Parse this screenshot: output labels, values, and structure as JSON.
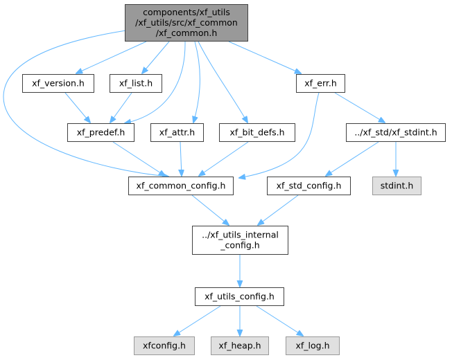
{
  "diagram": {
    "nodes": [
      {
        "id": "xf_common",
        "lines": [
          "components/xf_utils",
          "/xf_utils/src/xf_common",
          "/xf_common.h"
        ],
        "kind": "root"
      },
      {
        "id": "xf_version",
        "lines": [
          "xf_version.h"
        ],
        "kind": "normal"
      },
      {
        "id": "xf_list",
        "lines": [
          "xf_list.h"
        ],
        "kind": "normal"
      },
      {
        "id": "xf_err",
        "lines": [
          "xf_err.h"
        ],
        "kind": "normal"
      },
      {
        "id": "xf_predef",
        "lines": [
          "xf_predef.h"
        ],
        "kind": "normal"
      },
      {
        "id": "xf_attr",
        "lines": [
          "xf_attr.h"
        ],
        "kind": "normal"
      },
      {
        "id": "xf_bit_defs",
        "lines": [
          "xf_bit_defs.h"
        ],
        "kind": "normal"
      },
      {
        "id": "xf_stdint",
        "lines": [
          "../xf_std/xf_stdint.h"
        ],
        "kind": "normal"
      },
      {
        "id": "xf_common_config",
        "lines": [
          "xf_common_config.h"
        ],
        "kind": "normal"
      },
      {
        "id": "xf_std_config",
        "lines": [
          "xf_std_config.h"
        ],
        "kind": "normal"
      },
      {
        "id": "stdint",
        "lines": [
          "stdint.h"
        ],
        "kind": "external"
      },
      {
        "id": "xf_utils_internal_config",
        "lines": [
          "../xf_utils_internal",
          "_config.h"
        ],
        "kind": "normal"
      },
      {
        "id": "xf_utils_config",
        "lines": [
          "xf_utils_config.h"
        ],
        "kind": "normal"
      },
      {
        "id": "xfconfig",
        "lines": [
          "xfconfig.h"
        ],
        "kind": "external"
      },
      {
        "id": "xf_heap",
        "lines": [
          "xf_heap.h"
        ],
        "kind": "external"
      },
      {
        "id": "xf_log",
        "lines": [
          "xf_log.h"
        ],
        "kind": "external"
      }
    ],
    "edges": [
      {
        "from": "xf_common",
        "to": "xf_version"
      },
      {
        "from": "xf_common",
        "to": "xf_list"
      },
      {
        "from": "xf_common",
        "to": "xf_err"
      },
      {
        "from": "xf_common",
        "to": "xf_predef"
      },
      {
        "from": "xf_common",
        "to": "xf_attr"
      },
      {
        "from": "xf_common",
        "to": "xf_bit_defs"
      },
      {
        "from": "xf_common",
        "to": "xf_common_config"
      },
      {
        "from": "xf_version",
        "to": "xf_predef"
      },
      {
        "from": "xf_list",
        "to": "xf_predef"
      },
      {
        "from": "xf_err",
        "to": "xf_common_config"
      },
      {
        "from": "xf_err",
        "to": "xf_stdint"
      },
      {
        "from": "xf_predef",
        "to": "xf_common_config"
      },
      {
        "from": "xf_attr",
        "to": "xf_common_config"
      },
      {
        "from": "xf_bit_defs",
        "to": "xf_common_config"
      },
      {
        "from": "xf_stdint",
        "to": "xf_std_config"
      },
      {
        "from": "xf_stdint",
        "to": "stdint"
      },
      {
        "from": "xf_common_config",
        "to": "xf_utils_internal_config"
      },
      {
        "from": "xf_std_config",
        "to": "xf_utils_internal_config"
      },
      {
        "from": "xf_utils_internal_config",
        "to": "xf_utils_config"
      },
      {
        "from": "xf_utils_config",
        "to": "xfconfig"
      },
      {
        "from": "xf_utils_config",
        "to": "xf_heap"
      },
      {
        "from": "xf_utils_config",
        "to": "xf_log"
      }
    ]
  },
  "colors": {
    "edge": "#63b8ff",
    "root_fill": "#999999",
    "node_fill": "#ffffff",
    "external_fill": "#e0e0e0",
    "border": "#404040"
  }
}
